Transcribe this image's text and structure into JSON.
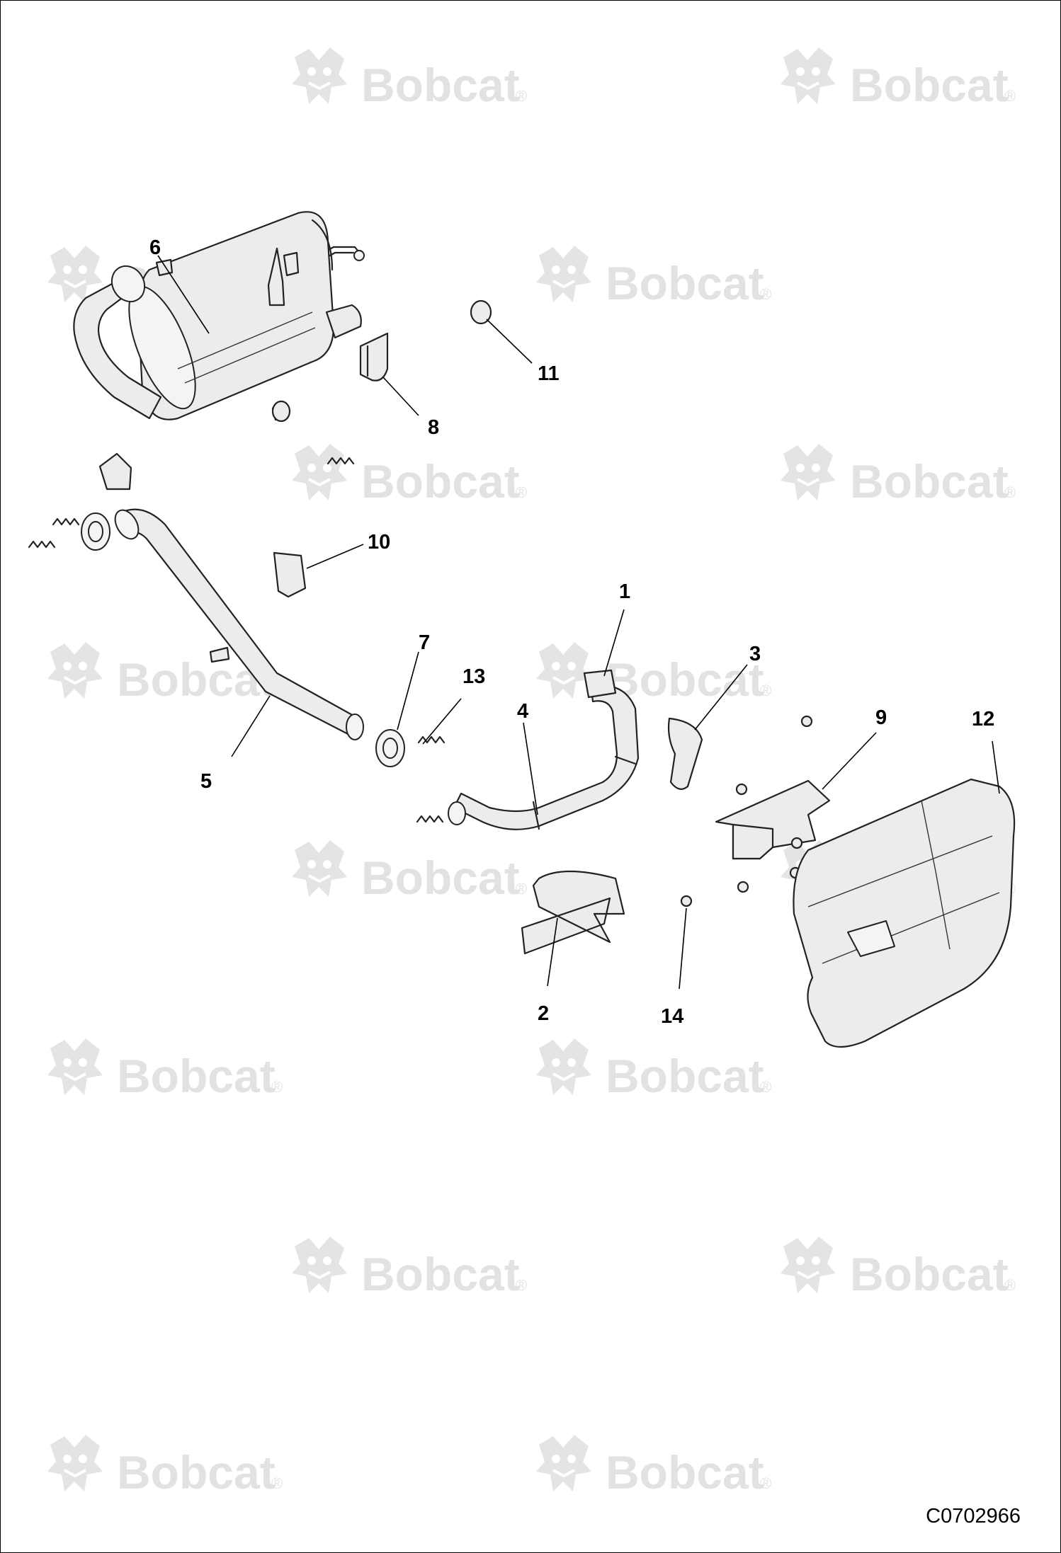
{
  "watermark": {
    "brand_text": "Bobcat",
    "reg_mark": "®"
  },
  "callouts": [
    {
      "id": "1",
      "label": "1"
    },
    {
      "id": "2",
      "label": "2"
    },
    {
      "id": "3",
      "label": "3"
    },
    {
      "id": "4",
      "label": "4"
    },
    {
      "id": "5",
      "label": "5"
    },
    {
      "id": "6",
      "label": "6"
    },
    {
      "id": "7",
      "label": "7"
    },
    {
      "id": "8",
      "label": "8"
    },
    {
      "id": "9",
      "label": "9"
    },
    {
      "id": "10",
      "label": "10"
    },
    {
      "id": "11",
      "label": "11"
    },
    {
      "id": "12",
      "label": "12"
    },
    {
      "id": "13",
      "label": "13"
    },
    {
      "id": "14",
      "label": "14"
    }
  ],
  "drawing_code": "C0702966"
}
